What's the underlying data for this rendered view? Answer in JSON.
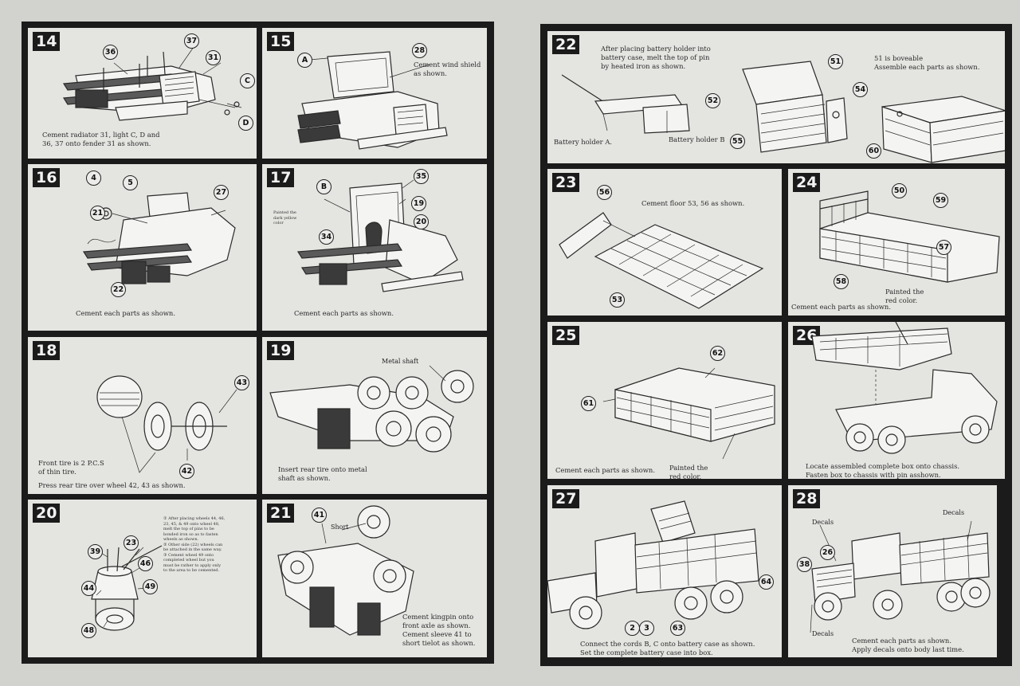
{
  "steps": {
    "s14": {
      "num": "14",
      "caption": "Cement radiator 31, light C, D and\n36, 37 onto fender 31 as shown.",
      "callouts": [
        "36",
        "37",
        "31",
        "C",
        "D"
      ]
    },
    "s15": {
      "num": "15",
      "caption": "Cement wind shield\nas shown.",
      "callouts": [
        "A",
        "28"
      ]
    },
    "s16": {
      "num": "16",
      "caption": "Cement each parts as shown.",
      "callouts": [
        "4",
        "5",
        "21",
        "27",
        "22"
      ]
    },
    "s17": {
      "num": "17",
      "caption": "Cement each parts as shown.",
      "note": "Painted the\ndark yellow\ncolor",
      "callouts": [
        "B",
        "35",
        "19",
        "20",
        "34"
      ]
    },
    "s18": {
      "num": "18",
      "caption": "Front tire is 2 P.C.S\nof thin tire.",
      "caption2": "Press rear tire over wheel 42, 43 as shown.",
      "callouts": [
        "43",
        "42"
      ]
    },
    "s19": {
      "num": "19",
      "caption": "Insert rear tire onto metal\nshaft as shown.",
      "label": "Metal shaft"
    },
    "s20": {
      "num": "20",
      "instructions": "① After placing wheels 44, 46,\n   23, 45, & 49 onto wheel 48,\n   melt the top of pins to be\n   bonded iron so as to fasten\n   wheels as shown.\n② Other side (22) wheels can\n   be attached in the same way.\n③ Cement wheel 49 onto\n   completed wheel but you\n   must be rather to apply only\n   to the area to be cemented.",
      "callouts": [
        "23",
        "39",
        "46",
        "44",
        "49",
        "48"
      ]
    },
    "s21": {
      "num": "21",
      "caption": "Cement kingpin onto\nfront axle as shown.\nCement sleeve 41 to\nshort tielot as shown.",
      "label": "Short",
      "callouts": [
        "41"
      ]
    },
    "s22": {
      "num": "22",
      "caption": "After placing battery holder into\nbattery case, melt the top of pin\nby heated iron as shown.",
      "labelA": "Battery holder A.",
      "labelB": "Battery holder B",
      "note": "51 is boveable\nAssemble each parts as shown.",
      "callouts": [
        "52",
        "55",
        "51",
        "54",
        "60"
      ]
    },
    "s23": {
      "num": "23",
      "caption": "Cement floor 53, 56 as shown.",
      "callouts": [
        "56",
        "53"
      ]
    },
    "s24": {
      "num": "24",
      "caption": "Cement each parts as shown.",
      "note": "Painted the\nred color.",
      "callouts": [
        "50",
        "59",
        "57",
        "58"
      ]
    },
    "s25": {
      "num": "25",
      "caption": "Cement each parts as shown.",
      "note": "Painted the\nred color.",
      "callouts": [
        "62",
        "61"
      ]
    },
    "s26": {
      "num": "26",
      "caption": "Locate assembled complete box onto chassis.\nFasten box to chassis with pin asshown."
    },
    "s27": {
      "num": "27",
      "caption": "Connect the cords B, C onto battery case as shown.\nSet the complete battery case into box.",
      "callouts": [
        "64",
        "2",
        "3",
        "63"
      ]
    },
    "s28": {
      "num": "28",
      "caption": "Cement each parts as shown.\nApply decals onto body last time.",
      "decals": "Decals",
      "callouts": [
        "26",
        "38"
      ]
    }
  }
}
